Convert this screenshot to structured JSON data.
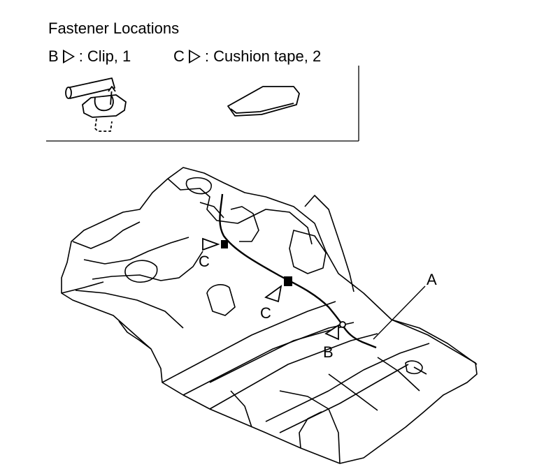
{
  "header": {
    "title": "Fastener Locations"
  },
  "legend": [
    {
      "letter": "B",
      "text": ": Clip, 1"
    },
    {
      "letter": "C",
      "text": ": Cushion tape, 2"
    }
  ],
  "callouts": {
    "a": "A",
    "b": "B",
    "c1": "C",
    "c2": "C"
  }
}
